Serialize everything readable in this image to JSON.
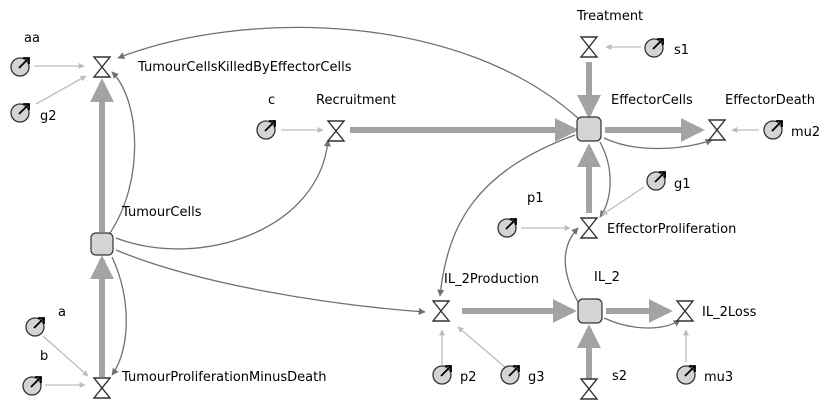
{
  "diagram": {
    "stocks": {
      "tumour_cells": "TumourCells",
      "effector_cells": "EffectorCells",
      "il_2": "IL_2"
    },
    "flows": {
      "killed": "TumourCellsKilledByEffectorCells",
      "recruitment": "Recruitment",
      "treatment": "Treatment",
      "effector_death": "EffectorDeath",
      "effector_proliferation": "EffectorProliferation",
      "il2_production": "IL_2Production",
      "il2_loss": "IL_2Loss",
      "tumour_prolif": "TumourProliferationMinusDeath",
      "s2_flow": "s2"
    },
    "parameters": {
      "aa": "aa",
      "g2": "g2",
      "c": "c",
      "s1": "s1",
      "mu2": "mu2",
      "g1": "g1",
      "p1": "p1",
      "a": "a",
      "b": "b",
      "p2": "p2",
      "g3": "g3",
      "mu3": "mu3"
    }
  },
  "colors": {
    "flow_pipe": "#a3a3a3",
    "connector": "#707070",
    "param_link": "#bdbdbd",
    "stock_fill": "#d4d4d4",
    "node_outline": "#333333"
  }
}
